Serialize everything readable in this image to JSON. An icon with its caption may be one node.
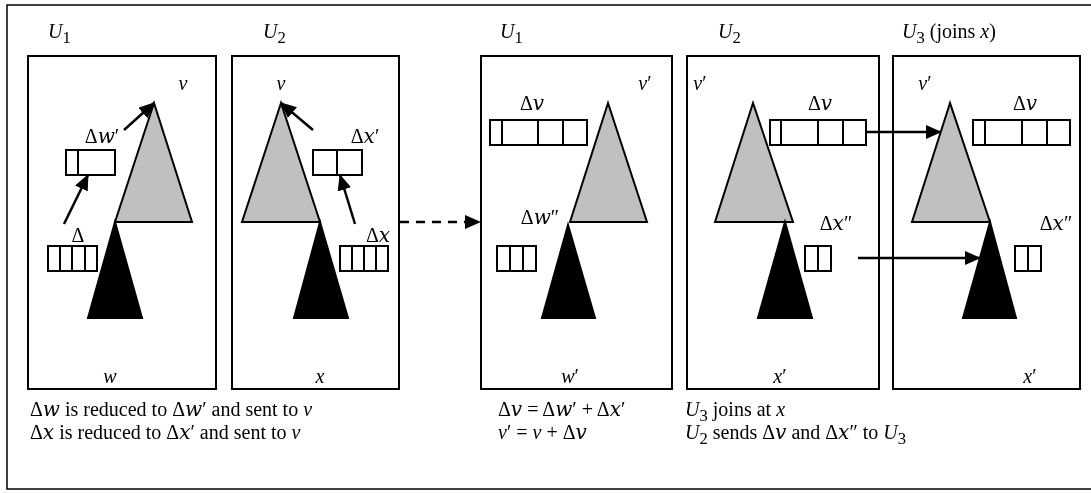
{
  "diagram": {
    "nodes": [
      {
        "text": [
          "*U*$_{1}$"
        ]
      },
      {
        "text": [
          "Δ𝑤′"
        ],
        "in": 0
      },
      {
        "text": [
          "Δ"
        ],
        "in": 0
      },
      {
        "text": [],
        "shape": "triangle",
        "in": 0,
        "beside": [
          "*v*"
        ]
      },
      {
        "text": [],
        "shape": "triangle",
        "in": 0,
        "beside": [
          "*w*"
        ]
      },
      {
        "text": [
          "*U*$_{2}$"
        ]
      },
      {
        "text": [
          "Δ𝑥′"
        ],
        "in": 5
      },
      {
        "text": [
          "Δ𝑥"
        ],
        "in": 5
      },
      {
        "text": [],
        "shape": "triangle",
        "in": 5,
        "beside": [
          "*v*"
        ]
      },
      {
        "text": [],
        "shape": "triangle",
        "in": 5,
        "beside": [
          "*x*"
        ]
      },
      {
        "text": [
          "*U*$_{1}$"
        ]
      },
      {
        "text": [
          "Δ𝑣"
        ],
        "in": 10
      },
      {
        "text": [
          "Δ𝑤″"
        ],
        "in": 10
      },
      {
        "text": [],
        "shape": "triangle",
        "in": 10,
        "beside": [
          "*v*′"
        ]
      },
      {
        "text": [],
        "shape": "triangle",
        "in": 10,
        "beside": [
          "*w*′"
        ]
      },
      {
        "text": [
          "*U*$_{2}$"
        ]
      },
      {
        "text": [
          "Δ𝑣"
        ],
        "in": 15
      },
      {
        "text": [
          "Δ𝑥″"
        ],
        "in": 15
      },
      {
        "text": [],
        "shape": "triangle",
        "in": 15,
        "beside": [
          "*v*′"
        ]
      },
      {
        "text": [],
        "shape": "triangle",
        "in": 15,
        "beside": [
          "*x*′"
        ]
      },
      {
        "text": [
          "*U*$_{3}$ (joins *x*)"
        ]
      },
      {
        "text": [
          "Δ𝑣"
        ],
        "in": 20
      },
      {
        "text": [
          "Δ𝑥″"
        ],
        "in": 20
      },
      {
        "text": [],
        "shape": "triangle",
        "in": 20,
        "beside": [
          "*v*′"
        ]
      },
      {
        "text": [],
        "shape": "triangle",
        "in": 20,
        "beside": [
          "*x*′"
        ]
      }
    ],
    "edges": [
      {
        "from": 2,
        "to": 1,
        "arrow": "to"
      },
      {
        "from": 1,
        "to": 3,
        "arrow": "to"
      },
      {
        "from": 7,
        "to": 6,
        "arrow": "to"
      },
      {
        "from": 6,
        "to": 8,
        "arrow": "to"
      },
      {
        "from": 5,
        "to": 10,
        "arrow": "to",
        "style": "dashed"
      },
      {
        "from": 16,
        "to": 23,
        "arrow": "to"
      },
      {
        "from": 17,
        "to": 24,
        "arrow": "to"
      }
    ],
    "labels": [
      "Δ𝑤 is reduced to Δ𝑤′ and sent to *v*",
      "Δ𝑥 is reduced to Δ𝑥′ and sent to *v*",
      "Δ𝑣 = Δ𝑤′ + Δ𝑥′",
      "*v*′ = *v* + Δ𝑣",
      "*U*$_{3}$ joins at *x*",
      "*U*$_{2}$ sends Δ𝑣 and Δ𝑥″ to *U*$_{3}$"
    ]
  }
}
